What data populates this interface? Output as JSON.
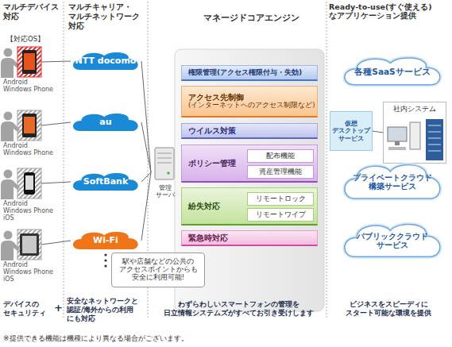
{
  "diagram": {
    "caption": "※提供できる機能は機種により異なる場合がございます。",
    "nodes": [
      {
        "text": [
          "NTT docomo"
        ]
      },
      {
        "text": [
          "au"
        ]
      },
      {
        "text": [
          "SoftBank"
        ]
      },
      {
        "text": [
          "Wi-Fi"
        ]
      },
      {
        "text": [
          "駅や店舗などの公共の アクセスポイントからも 安全に利用可能!"
        ]
      },
      {
        "text": [
          "管理 サーバ"
        ]
      },
      {
        "text": [
          "権限管理(アクセス権限付与・失効)"
        ]
      },
      {
        "text": [
          "アクセス先制御",
          "(インターネットへのアクセス制限など)"
        ]
      },
      {
        "text": [
          "ウイルス対策"
        ]
      },
      {
        "text": [
          "ポリシー管理"
        ]
      },
      {
        "text": [
          "配布機能"
        ],
        "in": 9
      },
      {
        "text": [
          "資産管理機能"
        ],
        "in": 9
      },
      {
        "text": [
          "紛失対応"
        ]
      },
      {
        "text": [
          "リモートロック"
        ],
        "in": 12
      },
      {
        "text": [
          "リモートワイプ"
        ],
        "in": 12
      },
      {
        "text": [
          "緊急時対応"
        ]
      },
      {
        "text": [
          "各種SaaSサービス"
        ]
      },
      {
        "text": [
          "仮想 デスクトップ サービス"
        ]
      },
      {
        "text": [
          "社内システム"
        ]
      },
      {
        "text": [
          "プライベートクラウド 構築サービス"
        ]
      },
      {
        "text": [
          "パブリッククラウド サービス"
        ]
      }
    ],
    "edges": [
      {
        "from": 0,
        "to": 5,
        "arrow": "none"
      },
      {
        "from": 1,
        "to": 5,
        "arrow": "none"
      },
      {
        "from": 2,
        "to": 5,
        "arrow": "none"
      },
      {
        "from": 3,
        "to": 5,
        "arrow": "none"
      },
      {
        "from": 17,
        "to": 18,
        "arrow": "none"
      }
    ],
    "labels": [
      "マルチデバイス 対応",
      "マルチキャリア・ マルチネットワーク 対応",
      "マネージドコアエンジン",
      "Ready-to-use(すぐ使える) なアプリケーション提供",
      "【対応OS】",
      "Android",
      "Windows Phone",
      "Android",
      "Windows Phone",
      "Android",
      "Windows Phone",
      "iOS",
      "Android",
      "Windows Phone",
      "iOS",
      "デバイスの セキュリティ",
      "+",
      "安全なネットワークと 認証/海外からの利用 にも対応",
      "わずらわしいスマートフォンの管理を 日立情報システムズがすべてお引き受けします",
      "ビジネスをスピーディに スタート可能な環境を提供"
    ]
  }
}
